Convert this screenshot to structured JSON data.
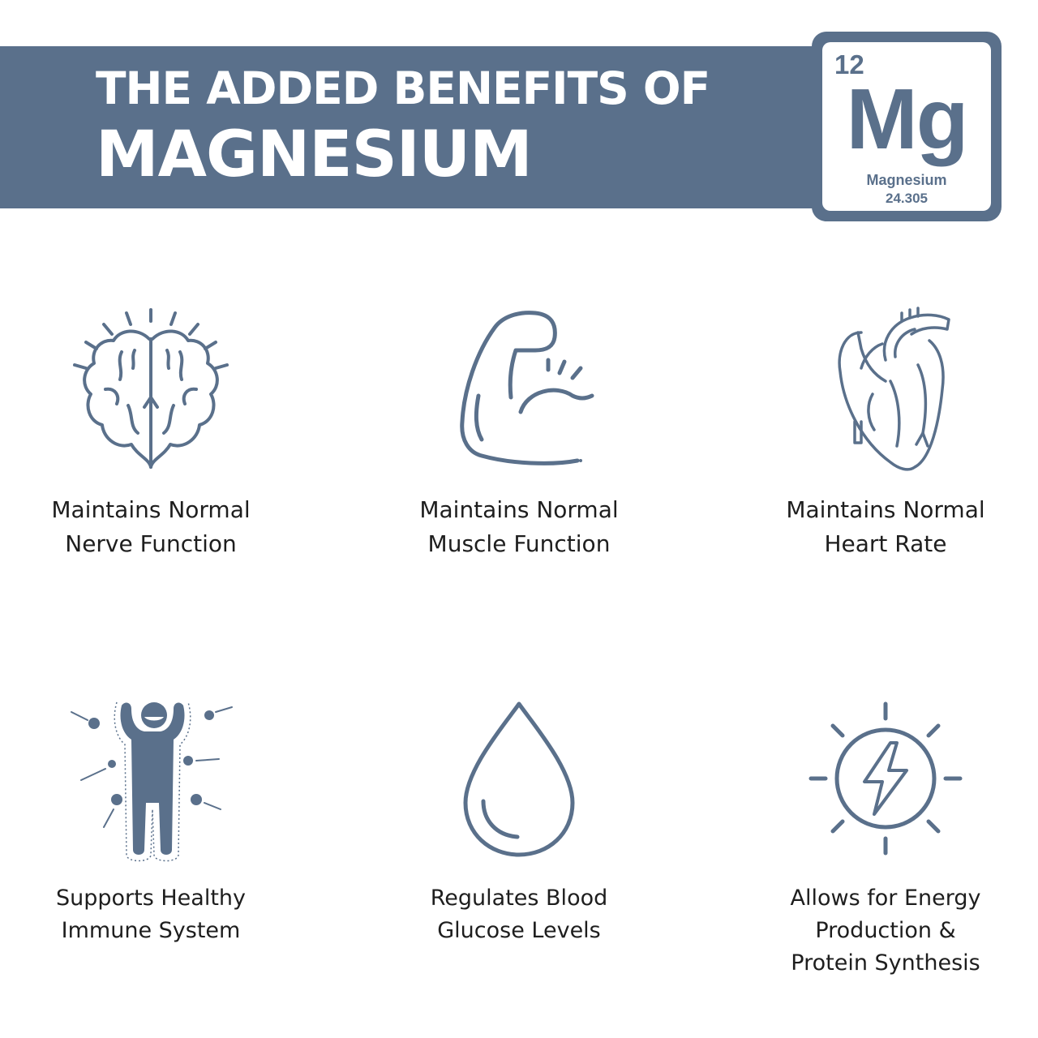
{
  "header": {
    "title_line1": "THE ADDED BENEFITS OF",
    "title_line2": "MAGNESIUM"
  },
  "element": {
    "number": "12",
    "symbol": "Mg",
    "name": "Magnesium",
    "weight": "24.305"
  },
  "benefits": [
    {
      "icon": "brain-icon",
      "line1": "Maintains Normal",
      "line2": "Nerve Function"
    },
    {
      "icon": "flexed-arm-icon",
      "line1": "Maintains Normal",
      "line2": "Muscle Function"
    },
    {
      "icon": "heart-icon",
      "line1": "Maintains Normal",
      "line2": "Heart Rate"
    },
    {
      "icon": "immune-person-icon",
      "line1": "Supports Healthy",
      "line2": "Immune System"
    },
    {
      "icon": "water-drop-icon",
      "line1": "Regulates Blood",
      "line2": "Glucose Levels"
    },
    {
      "icon": "energy-sun-icon",
      "line1": "Allows for Energy",
      "line2": "Production &",
      "line3": "Protein Synthesis"
    }
  ],
  "colors": {
    "accent": "#5a708b",
    "text": "#1e1e1e",
    "background": "#ffffff"
  }
}
